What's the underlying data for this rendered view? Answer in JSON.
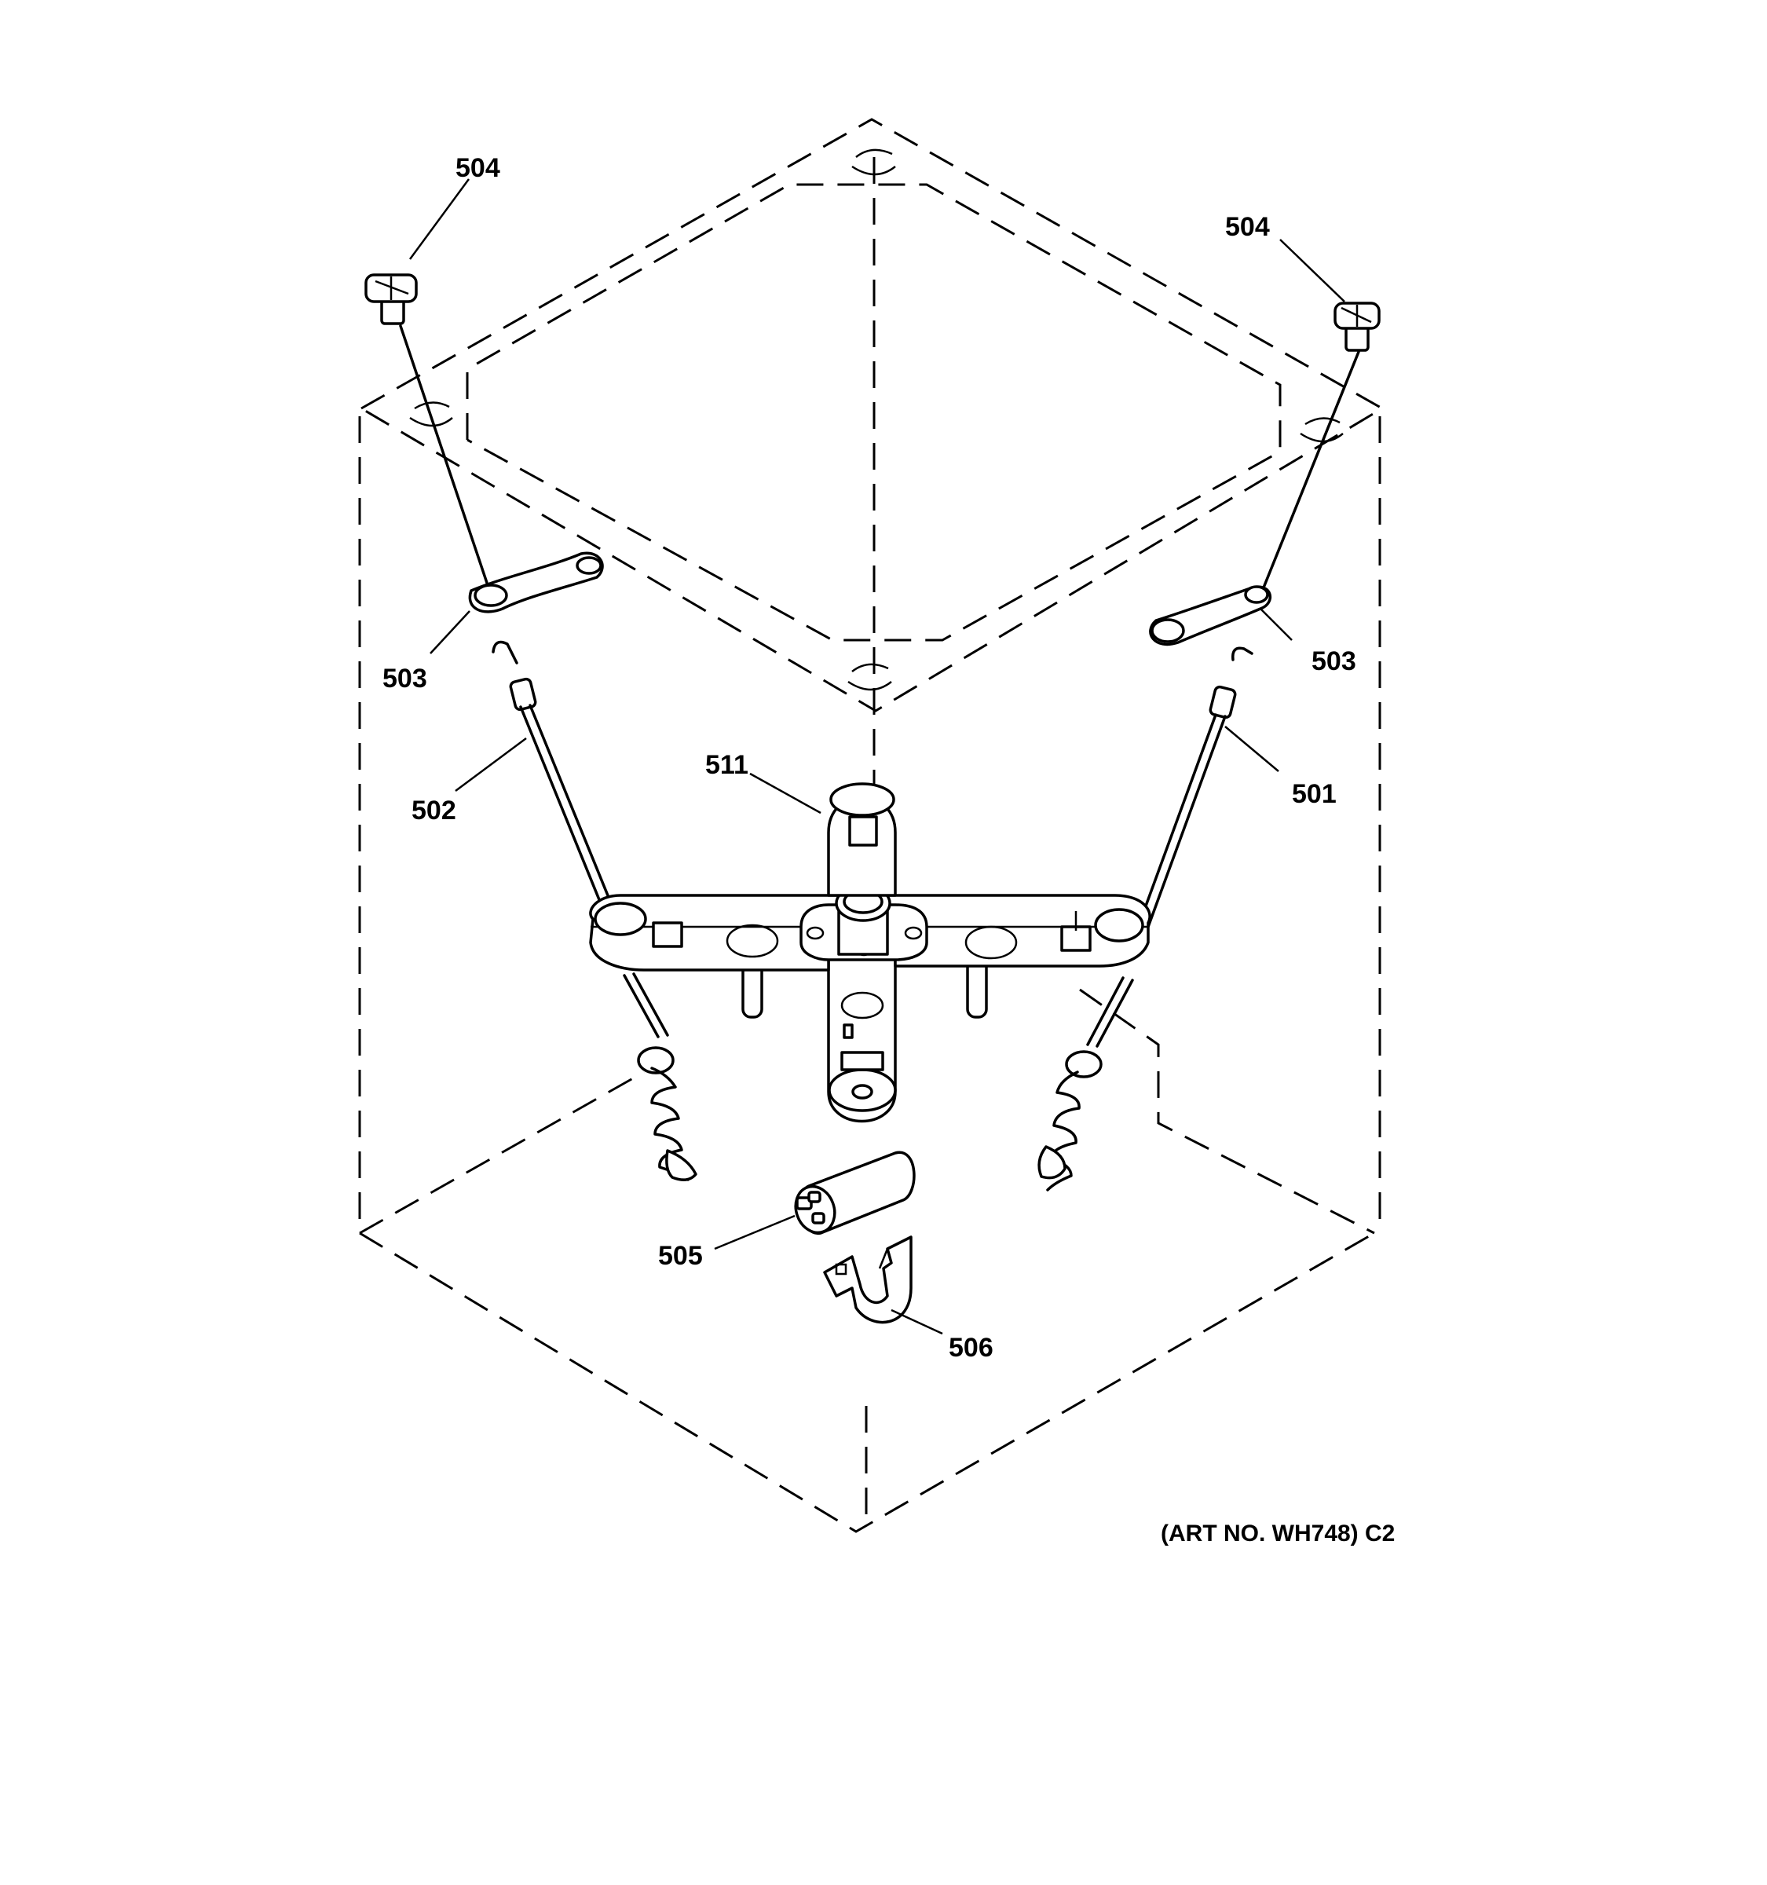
{
  "callouts": {
    "p504_left": "504",
    "p504_right": "504",
    "p503_left": "503",
    "p503_right": "503",
    "p502": "502",
    "p501": "501",
    "p511": "511",
    "p505": "505",
    "p506": "506"
  },
  "art_number": "(ART NO. WH748) C2"
}
